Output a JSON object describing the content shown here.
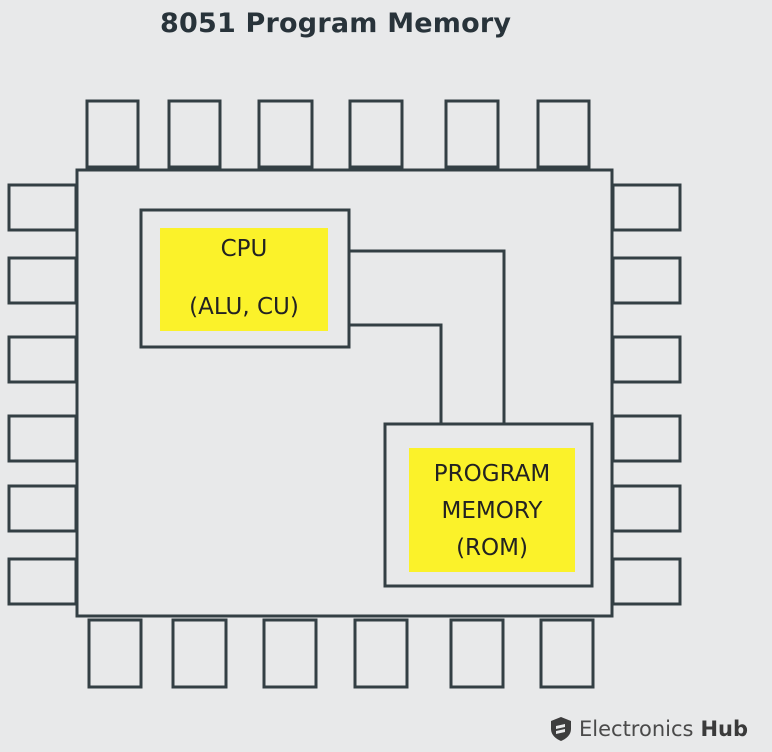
{
  "title": "8051 Program Memory",
  "cpu_box": {
    "line1": "CPU",
    "line2": "(ALU, CU)"
  },
  "program_memory_box": {
    "line1": "PROGRAM",
    "line2": "MEMORY",
    "line3": "(ROM)"
  },
  "brand": {
    "name": "Electronics",
    "name_bold": "Hub"
  },
  "colors": {
    "background": "#e8e9ea",
    "stroke": "#333f44",
    "highlight": "#fbf22a",
    "title": "#28333a"
  },
  "icons": {
    "brand_logo": "electronics-hub-shield-icon"
  }
}
